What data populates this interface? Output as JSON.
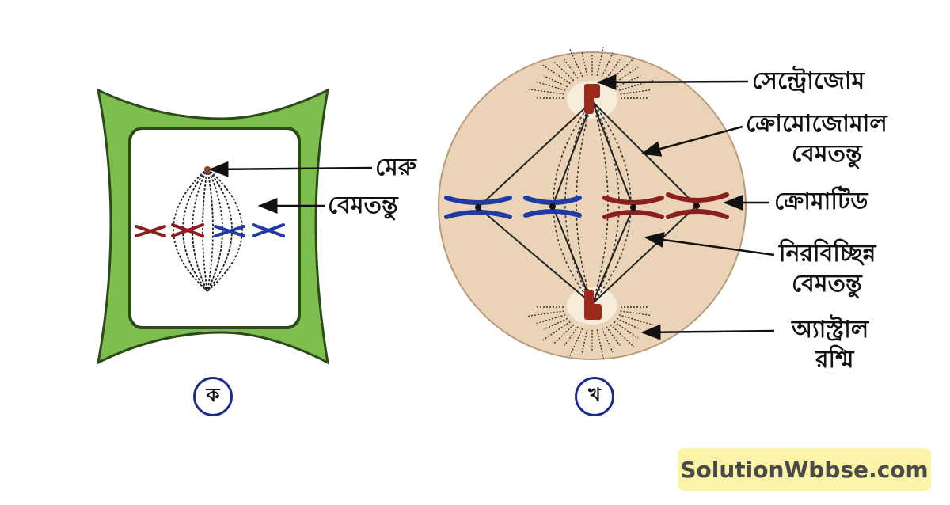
{
  "labels": {
    "meru": "মেরু",
    "bemotontu_a": "বেমতন্তু",
    "centrosome": "সেন্ট্রোজোম",
    "chromosomal_line1": "ক্রোমোজোমাল",
    "chromosomal_line2": "বেমতন্তু",
    "chromatid": "ক্রোমাটিড",
    "continuous_line1": "নিরবিচ্ছিন্ন",
    "continuous_line2": "বেমতন্তু",
    "astral_line1": "অ্যাস্ট্রাল",
    "astral_line2": "রশ্মি"
  },
  "figure_labels": {
    "a": "ক",
    "b": "খ"
  },
  "watermark": "SolutionWbbse.com",
  "colors": {
    "cell_wall": "#7cbf4f",
    "cell_wall_edge": "#2e4a1a",
    "cytoplasm": "#ead3b6",
    "chromosome_red": "#8b1e1e",
    "chromosome_blue": "#1f3aa0",
    "centrosome": "#9a2a1a",
    "fibre": "#222222",
    "watermark_bg": "#fbf3a8"
  }
}
